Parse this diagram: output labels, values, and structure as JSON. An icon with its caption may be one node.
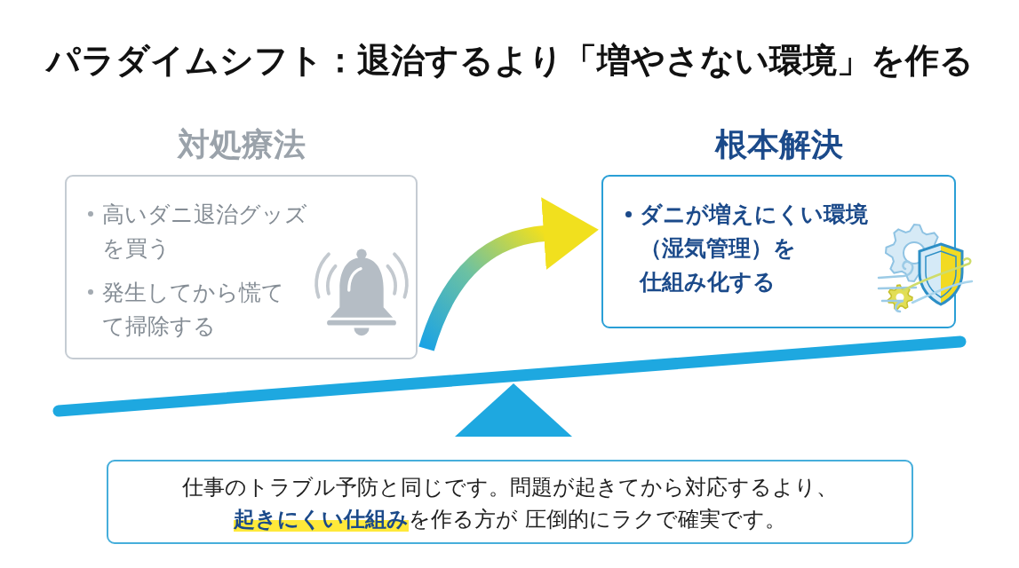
{
  "diagram": {
    "title": "パラダイムシフト：退治するより「増やさない環境」を作る",
    "nodes": [
      {
        "text": [
          "対処療法",
          "高いダニ退治グッズを買う",
          "発生してから慌てて掃除する"
        ]
      },
      {
        "text": [
          "根本解決",
          "ダニが増えにくい環境（湿気管理）を仕組み化する"
        ]
      },
      {
        "text": [
          "仕事のトラブル予防と同じです。問題が起きてから対応するより、**起きにくい仕組み**を作る方が 圧倒的にラクで確実です。"
        ]
      }
    ],
    "edges": [
      {
        "from": 0,
        "to": 1,
        "arrow": "to"
      }
    ]
  }
}
